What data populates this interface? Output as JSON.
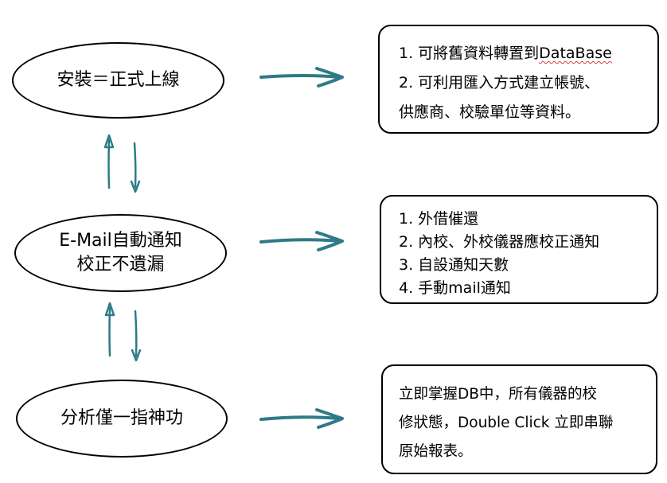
{
  "colors": {
    "arrow": "#2e7b87",
    "border": "#000000",
    "spellcheck": "#d04040"
  },
  "rows": [
    {
      "ellipse_lines": [
        "安裝＝正式上線"
      ],
      "box_lines": [
        "1. 可將舊資料轉置到",
        "DataBase",
        "2. 可利用匯入方式建立帳號、",
        "供應商、校驗單位等資料。"
      ]
    },
    {
      "ellipse_lines": [
        "E-Mail自動通知",
        "校正不遺漏"
      ],
      "box_lines": [
        "1. 外借催還",
        "2. 內校、外校儀器應校正通知",
        "3. 自設通知天數",
        "4. 手動mail通知"
      ]
    },
    {
      "ellipse_lines": [
        "分析僅一指神功"
      ],
      "box_lines": [
        "立即掌握DB中，所有儀器的校",
        "修狀態，Double Click 立即串聯",
        "原始報表。"
      ]
    }
  ]
}
